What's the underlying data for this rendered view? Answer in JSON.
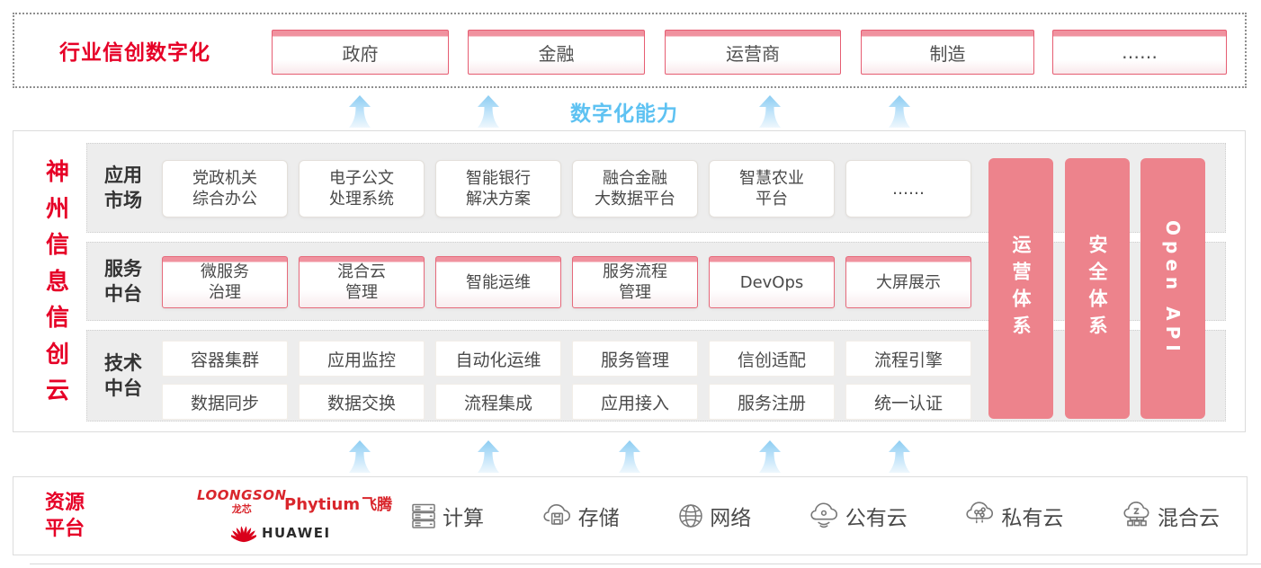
{
  "colors": {
    "brand_red": "#e60027",
    "pillar_pink": "#ed838c",
    "pink_box_border": "#e66a7b",
    "capability_blue": "#5ec2f2",
    "arrow_blue": "#9ed3f3"
  },
  "top_panel": {
    "title": "行业信创数字化",
    "industries": [
      {
        "label": "政府"
      },
      {
        "label": "金融"
      },
      {
        "label": "运营商"
      },
      {
        "label": "制造"
      },
      {
        "label": "……"
      }
    ]
  },
  "capability_band": {
    "label": "数字化能力"
  },
  "main_panel": {
    "side_title": "神州信息信创云",
    "rows": [
      {
        "label": "应用市场",
        "items": [
          "党政机关\n综合办公",
          "电子公文\n处理系统",
          "智能银行\n解决方案",
          "融合金融\n大数据平台",
          "智慧农业\n平台",
          "……"
        ]
      },
      {
        "label": "服务中台",
        "items": [
          "微服务\n治理",
          "混合云\n管理",
          "智能运维",
          "服务流程\n管理",
          "DevOps",
          "大屏展示"
        ]
      },
      {
        "label": "技术中台",
        "items_row1": [
          "容器集群",
          "应用监控",
          "自动化运维",
          "服务管理",
          "信创适配",
          "流程引擎"
        ],
        "items_row2": [
          "数据同步",
          "数据交换",
          "流程集成",
          "应用接入",
          "服务注册",
          "统一认证"
        ]
      }
    ],
    "pillars": [
      "运营体系",
      "安全体系",
      "Open API"
    ]
  },
  "resource_panel": {
    "title": "资源平台",
    "vendors": {
      "loongson": {
        "name": "LOONGSON",
        "sub": "龙芯"
      },
      "phytium": {
        "name": "Phytium",
        "sub": "飞腾"
      },
      "huawei": {
        "name": "HUAWEI"
      }
    },
    "resources": [
      {
        "icon": "server-icon",
        "label": "计算"
      },
      {
        "icon": "storage-cloud-icon",
        "label": "存储"
      },
      {
        "icon": "network-globe-icon",
        "label": "网络"
      },
      {
        "icon": "public-cloud-icon",
        "label": "公有云"
      },
      {
        "icon": "private-cloud-icon",
        "label": "私有云"
      },
      {
        "icon": "hybrid-cloud-icon",
        "label": "混合云"
      }
    ]
  }
}
